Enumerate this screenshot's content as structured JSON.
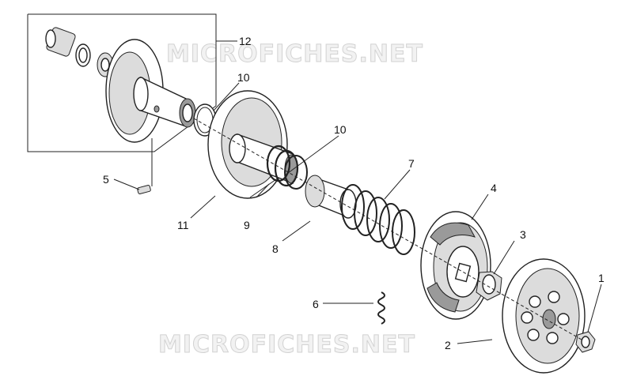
{
  "watermarks": [
    "MICROFICHES.NET",
    "MICROFICHES.NET"
  ],
  "callouts": [
    "12",
    "10",
    "10",
    "5",
    "11",
    "9",
    "7",
    "8",
    "4",
    "3",
    "6",
    "1",
    "2"
  ],
  "parts": [
    {
      "label": "1",
      "icon": "nut-icon"
    },
    {
      "label": "2",
      "icon": "clutch-bell-icon"
    },
    {
      "label": "3",
      "icon": "nut-icon"
    },
    {
      "label": "4",
      "icon": "clutch-assembly-icon"
    },
    {
      "label": "5",
      "icon": "pin-icon"
    },
    {
      "label": "6",
      "icon": "shoe-spring-icon"
    },
    {
      "label": "7",
      "icon": "compression-spring-icon"
    },
    {
      "label": "8",
      "icon": "spring-seat-icon"
    },
    {
      "label": "9",
      "icon": "o-ring-icon"
    },
    {
      "label": "10",
      "icon": "seal-ring-icon"
    },
    {
      "label": "11",
      "icon": "fixed-half-pulley-icon"
    },
    {
      "label": "12",
      "icon": "movable-half-pulley-icon"
    }
  ]
}
